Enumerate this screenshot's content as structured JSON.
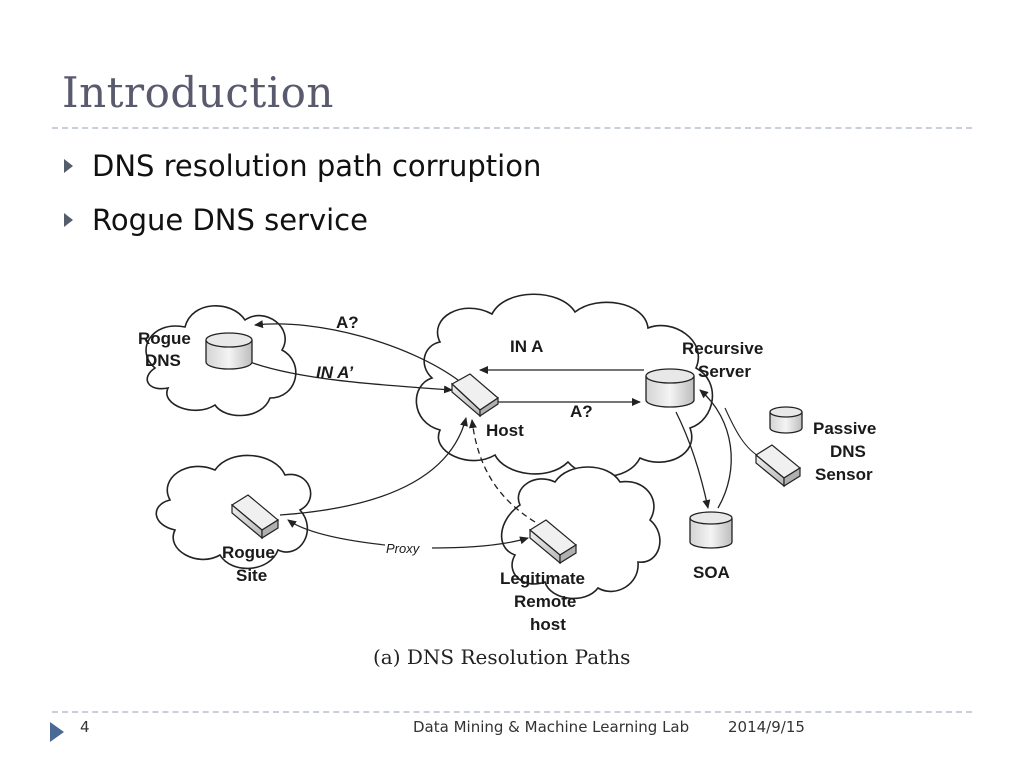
{
  "slide": {
    "title": "Introduction",
    "bullets": [
      "DNS resolution path corruption",
      "Rogue DNS service"
    ]
  },
  "diagram": {
    "nodes": {
      "rogue_dns": "Rogue DNS",
      "host": "Host",
      "recursive_server": "Recursive Server",
      "passive_dns_sensor": "Passive DNS Sensor",
      "rogue_site": "Rogue Site",
      "legitimate_remote_host": "Legitimate Remote host",
      "soa": "SOA"
    },
    "edges": {
      "a_query_rogue": "A?",
      "in_a_prime": "IN A’",
      "in_a": "IN A",
      "a_query_recursive": "A?",
      "proxy": "Proxy"
    },
    "caption": "(a)  DNS Resolution Paths"
  },
  "footer": {
    "page_number": "4",
    "lab": "Data Mining & Machine Learning Lab",
    "date": "2014/9/15"
  }
}
